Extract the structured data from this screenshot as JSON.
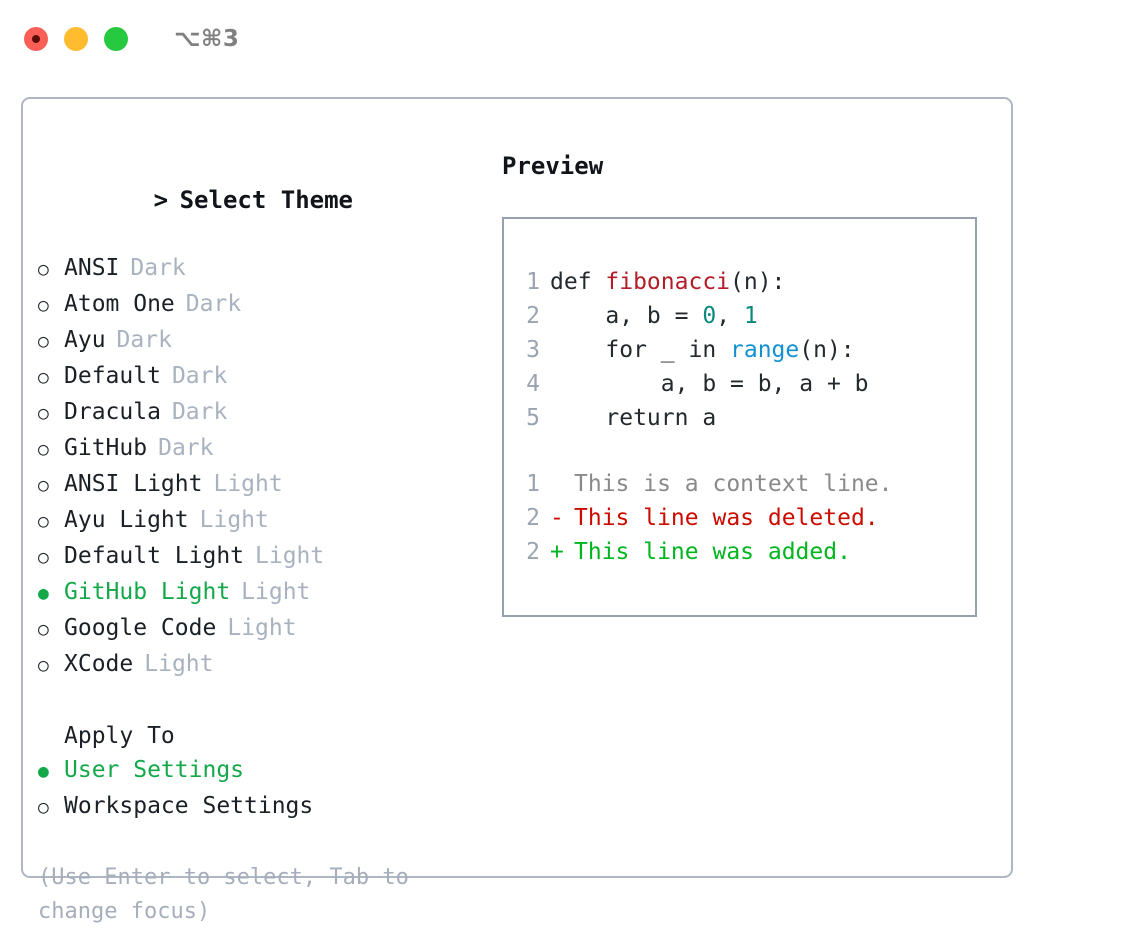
{
  "titlebar": {
    "shortcut": "⌥⌘3",
    "dots": [
      {
        "name": "close",
        "color": "#fc5f57"
      },
      {
        "name": "minimize",
        "color": "#febc2e"
      },
      {
        "name": "maximize",
        "color": "#26c940"
      }
    ]
  },
  "theme_picker": {
    "header": "Select Theme",
    "caret": ">",
    "marker_selected": "●",
    "marker_unselected": "○",
    "items": [
      {
        "label": "ANSI",
        "variant": "Dark",
        "selected": false
      },
      {
        "label": "Atom One",
        "variant": "Dark",
        "selected": false
      },
      {
        "label": "Ayu",
        "variant": "Dark",
        "selected": false
      },
      {
        "label": "Default",
        "variant": "Dark",
        "selected": false
      },
      {
        "label": "Dracula",
        "variant": "Dark",
        "selected": false
      },
      {
        "label": "GitHub",
        "variant": "Dark",
        "selected": false
      },
      {
        "label": "ANSI Light",
        "variant": "Light",
        "selected": false
      },
      {
        "label": "Ayu Light",
        "variant": "Light",
        "selected": false
      },
      {
        "label": "Default Light",
        "variant": "Light",
        "selected": false
      },
      {
        "label": "GitHub Light",
        "variant": "Light",
        "selected": true
      },
      {
        "label": "Google Code",
        "variant": "Light",
        "selected": false
      },
      {
        "label": "XCode",
        "variant": "Light",
        "selected": false
      }
    ]
  },
  "apply_to": {
    "title": "Apply To",
    "items": [
      {
        "label": "User Settings",
        "selected": true
      },
      {
        "label": "Workspace Settings",
        "selected": false
      }
    ]
  },
  "hint": "(Use Enter to select, Tab to change focus)",
  "preview": {
    "title": "Preview",
    "code_lines": [
      {
        "no": "1",
        "tokens": [
          {
            "t": "def ",
            "c": "plain"
          },
          {
            "t": "fibonacci",
            "c": "fn"
          },
          {
            "t": "(n):",
            "c": "plain"
          }
        ]
      },
      {
        "no": "2",
        "tokens": [
          {
            "t": "    a, b = ",
            "c": "plain"
          },
          {
            "t": "0",
            "c": "num"
          },
          {
            "t": ", ",
            "c": "plain"
          },
          {
            "t": "1",
            "c": "num"
          }
        ]
      },
      {
        "no": "3",
        "tokens": [
          {
            "t": "    for _ in ",
            "c": "plain"
          },
          {
            "t": "range",
            "c": "builtin"
          },
          {
            "t": "(n):",
            "c": "plain"
          }
        ]
      },
      {
        "no": "4",
        "tokens": [
          {
            "t": "        a, b = b, a + b",
            "c": "plain"
          }
        ]
      },
      {
        "no": "5",
        "tokens": [
          {
            "t": "    return a",
            "c": "plain"
          }
        ]
      }
    ],
    "diff_lines": [
      {
        "no": "1",
        "sign": " ",
        "text": "This is a context line.",
        "kind": "ctx"
      },
      {
        "no": "2",
        "sign": "-",
        "text": "This line was deleted.",
        "kind": "del"
      },
      {
        "no": "2",
        "sign": "+",
        "text": "This line was added.",
        "kind": "add"
      }
    ]
  },
  "colors": {
    "selected_green": "#15a84a",
    "muted": "#a9b2bf",
    "diff_delete": "#cc0b00",
    "diff_add": "#00b520",
    "token_function": "#b31d28",
    "token_number": "#0a897c",
    "token_builtin": "#1190d2",
    "panel_border": "#aeb6c2",
    "preview_border": "#97a0af"
  }
}
